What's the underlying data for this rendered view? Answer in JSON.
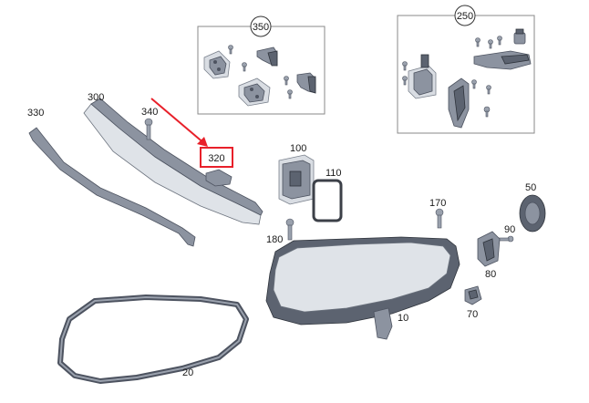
{
  "accent_color": "#e8202a",
  "diagram": {
    "groups": [
      {
        "id": "350",
        "label": "350"
      },
      {
        "id": "250",
        "label": "250"
      }
    ],
    "parts": [
      {
        "id": "330",
        "label": "330"
      },
      {
        "id": "300",
        "label": "300"
      },
      {
        "id": "340",
        "label": "340"
      },
      {
        "id": "320",
        "label": "320",
        "highlighted": true
      },
      {
        "id": "100",
        "label": "100"
      },
      {
        "id": "110",
        "label": "110"
      },
      {
        "id": "170",
        "label": "170"
      },
      {
        "id": "50",
        "label": "50"
      },
      {
        "id": "90",
        "label": "90"
      },
      {
        "id": "80",
        "label": "80"
      },
      {
        "id": "180",
        "label": "180"
      },
      {
        "id": "10",
        "label": "10"
      },
      {
        "id": "70",
        "label": "70"
      },
      {
        "id": "20",
        "label": "20"
      }
    ]
  }
}
